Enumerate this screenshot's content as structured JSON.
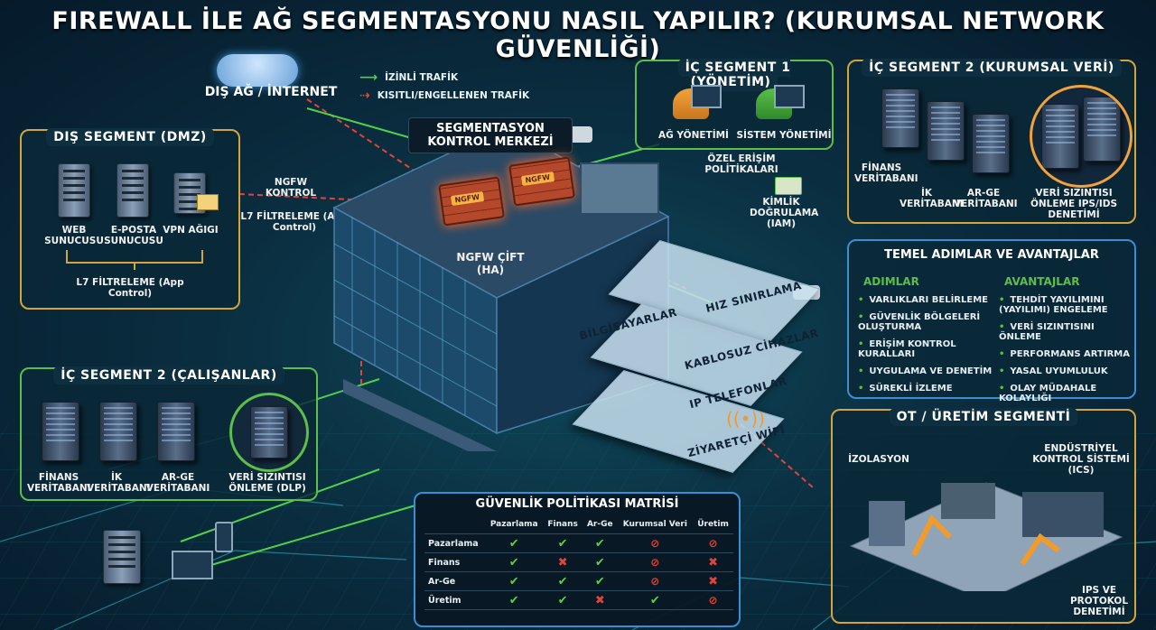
{
  "title": "FIREWALL İLE AĞ SEGMENTASYONU NASIL YAPILIR? (KURUMSAL NETWORK GÜVENLİĞİ)",
  "internet": {
    "label": "DIŞ AĞ / İNTERNET"
  },
  "legend": {
    "allowed": "İZİNLİ TRAFİK",
    "blocked": "KISITLI/ENGELLENEN TRAFİK",
    "allowed_color": "#4fd14a",
    "blocked_color": "#e0443a"
  },
  "dmz": {
    "title": "DIŞ SEGMENT (DMZ)",
    "web": "WEB SUNUCUSU",
    "mail": "E-POSTA SUNUCUSU",
    "vpn": "VPN AĞIGI",
    "filter": "L7 FİLTRELEME (App Control)"
  },
  "ngfw_control": {
    "label": "NGFW KONTROL",
    "filter": "L7 FİLTRELEME (App Control)"
  },
  "control_center": {
    "label": "SEGMENTASYON KONTROL MERKEZİ"
  },
  "ngfw_pair": {
    "label": "NGFW ÇİFT (HA)",
    "tag": "NGFW"
  },
  "mgmt": {
    "title": "İÇ SEGMENT 1 (YÖNETİM)",
    "net": "AĞ YÖNETİMİ",
    "sys": "SİSTEM YÖNETİMİ"
  },
  "corp_data": {
    "title": "İÇ SEGMENT 2 (KURUMSAL VERİ)",
    "finance": "FİNANS VERİTABANI",
    "hr": "İK VERİTABANI",
    "rnd": "AR-GE VERİTABANI",
    "ips": "VERİ SIZINTISI ÖNLEME IPS/IDS DENETİMİ"
  },
  "access": {
    "policies": "ÖZEL ERİŞİM POLİTİKALARI",
    "iam": "KİMLİK DOĞRULAMA (IAM)"
  },
  "steps": {
    "title": "TEMEL ADIMLAR VE AVANTAJLAR",
    "steps_title": "ADIMLAR",
    "benefits_title": "AVANTAJLAR",
    "steps_list": [
      "VARLIKLARI BELİRLEME",
      "GÜVENLİK BÖLGELERİ OLUŞTURMA",
      "ERİŞİM KONTROL KURALLARI",
      "UYGULAMA VE DENETİM",
      "SÜREKLİ İZLEME"
    ],
    "benefits_list": [
      "TEHDİT YAYILIMINI (YAYILIMI) ENGELEME",
      "VERİ SIZINTISINI ÖNLEME",
      "PERFORMANS ARTIRMA",
      "YASAL UYUMLULUK",
      "OLAY MÜDAHALE KOLAYLIĞI"
    ]
  },
  "employees": {
    "title": "İÇ SEGMENT 2 (ÇALIŞANLAR)",
    "finance": "FİNANS VERİTABANI",
    "hr": "İK VERİTABANI",
    "rnd": "AR-GE VERİTABANI",
    "dlp": "VERİ SIZINTISI ÖNLEME (DLP)"
  },
  "floors": {
    "rate": "HIZ SINIRLAMA",
    "computers": "BİLGİSAYARLAR",
    "wireless": "KABLOSUZ CİHAZLAR",
    "phones": "IP TELEFONLAR",
    "guest": "ZİYARETÇİ WİFİ"
  },
  "ot": {
    "title": "OT / ÜRETİM SEGMENTİ",
    "isolation": "İZOLASYON",
    "ics": "ENDÜSTRİYEL KONTROL SİSTEMİ (ICS)",
    "ips": "IPS VE PROTOKOL DENETİMİ"
  },
  "matrix": {
    "title": "GÜVENLİK POLİTİKASI MATRİSİ",
    "columns": [
      "Pazarlama",
      "Finans",
      "Ar-Ge",
      "Kurumsal Veri",
      "Üretim"
    ],
    "rows": [
      {
        "name": "Pazarlama",
        "cells": [
          "ok",
          "ok",
          "ok",
          "ban",
          "ban"
        ]
      },
      {
        "name": "Finans",
        "cells": [
          "ok",
          "no",
          "ok",
          "ban",
          "no"
        ]
      },
      {
        "name": "Ar-Ge",
        "cells": [
          "ok",
          "ok",
          "ok",
          "ban",
          "no"
        ]
      },
      {
        "name": "Üretim",
        "cells": [
          "ok",
          "ok",
          "no",
          "ok",
          "ban"
        ]
      }
    ]
  }
}
